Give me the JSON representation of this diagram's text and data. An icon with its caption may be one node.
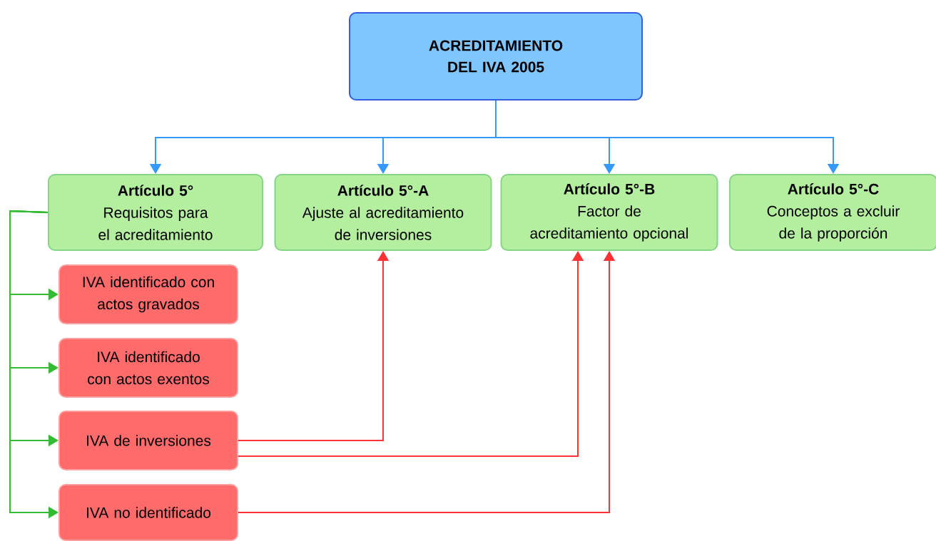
{
  "diagram": {
    "nodes": [
      {
        "text": [
          "ACREDITAMIENTO DEL IVA 2005"
        ]
      },
      {
        "text": [
          "Artículo 5°",
          "Requisitos para el acreditamiento"
        ]
      },
      {
        "text": [
          "Artículo 5°-A",
          "Ajuste al acreditamiento de inversiones"
        ]
      },
      {
        "text": [
          "Artículo 5°-B",
          "Factor de acreditamiento opcional"
        ]
      },
      {
        "text": [
          "Artículo 5°-C",
          "Conceptos a excluir de la proporción"
        ]
      },
      {
        "text": [
          "IVA identificado con actos gravados"
        ]
      },
      {
        "text": [
          "IVA identificado con actos exentos"
        ]
      },
      {
        "text": [
          "IVA de inversiones"
        ]
      },
      {
        "text": [
          "IVA no identificado"
        ]
      }
    ],
    "edges": [
      {
        "from": 0,
        "to": 1,
        "arrow": "to",
        "color": "#3399ff"
      },
      {
        "from": 0,
        "to": 2,
        "arrow": "to",
        "color": "#3399ff"
      },
      {
        "from": 0,
        "to": 3,
        "arrow": "to",
        "color": "#3399ff"
      },
      {
        "from": 0,
        "to": 4,
        "arrow": "to",
        "color": "#3399ff"
      },
      {
        "from": 1,
        "to": 5,
        "arrow": "to",
        "color": "#33bb33"
      },
      {
        "from": 1,
        "to": 6,
        "arrow": "to",
        "color": "#33bb33"
      },
      {
        "from": 1,
        "to": 7,
        "arrow": "to",
        "color": "#33bb33"
      },
      {
        "from": 1,
        "to": 8,
        "arrow": "to",
        "color": "#33bb33"
      },
      {
        "from": 7,
        "to": 2,
        "arrow": "to",
        "color": "#ff3333"
      },
      {
        "from": 7,
        "to": 3,
        "arrow": "to",
        "color": "#ff3333"
      },
      {
        "from": 8,
        "to": 3,
        "arrow": "to",
        "color": "#ff3333"
      }
    ]
  }
}
